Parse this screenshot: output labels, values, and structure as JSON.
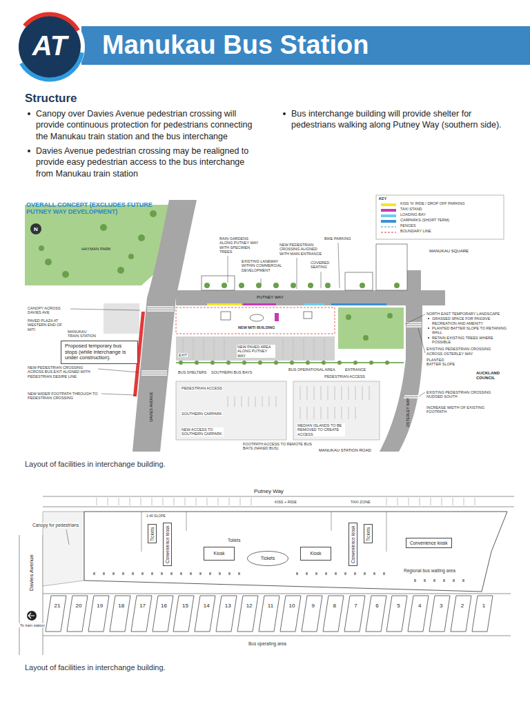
{
  "diagram": {
    "title": "Manukau Bus Station",
    "caption": "Layout of facilities in interchange building.",
    "nodes": [
      {
        "text": [
          "Proposed temporary bus stops (while interchange is under construction)."
        ]
      },
      {
        "text": [
          "Tickets"
        ]
      },
      {
        "text": [
          "Convenience kiosk"
        ]
      },
      {
        "text": [
          "Kiosk"
        ]
      },
      {
        "text": [
          "Tickets"
        ]
      },
      {
        "text": [
          "Kiosk"
        ]
      },
      {
        "text": [
          "Convenience kiosk"
        ]
      },
      {
        "text": [
          "Tickets"
        ]
      },
      {
        "text": [
          "Convenience kiosk"
        ]
      },
      {
        "text": [
          "21"
        ]
      },
      {
        "text": [
          "20"
        ]
      },
      {
        "text": [
          "19"
        ]
      },
      {
        "text": [
          "18"
        ]
      },
      {
        "text": [
          "17"
        ]
      },
      {
        "text": [
          "16"
        ]
      },
      {
        "text": [
          "15"
        ]
      },
      {
        "text": [
          "14"
        ]
      },
      {
        "text": [
          "13"
        ]
      },
      {
        "text": [
          "12"
        ]
      },
      {
        "text": [
          "11"
        ]
      },
      {
        "text": [
          "10"
        ]
      },
      {
        "text": [
          "9"
        ]
      },
      {
        "text": [
          "8"
        ]
      },
      {
        "text": [
          "7"
        ]
      },
      {
        "text": [
          "6"
        ]
      },
      {
        "text": [
          "5"
        ]
      },
      {
        "text": [
          "4"
        ]
      },
      {
        "text": [
          "3"
        ]
      },
      {
        "text": [
          "2"
        ]
      },
      {
        "text": [
          "1"
        ]
      }
    ],
    "labels": [
      "AT",
      "Structure",
      "Canopy over Davies Avenue pedestrian crossing will provide continuous protection for pedestrians connecting the Manukau train station and the bus interchange",
      "Davies Avenue pedestrian crossing may be realigned to provide easy pedestrian access to the bus interchange from Manukau train station",
      "Bus interchange building will provide shelter for pedestrians walking along Putney Way (southern side).",
      "OVERALL CONCEPT (EXCLUDES FUTURE PUTNEY WAY DEVELOPMENT)",
      "N",
      "HAYMAN PARK",
      "RAIN GARDENS ALONG PUTNEY WAY WITH SPECIMEN TREES",
      "NEW PEDESTRIAN CROSSING ALIGNED WITH MAIN ENTRANCE",
      "BIKE PARKING",
      "MANUKAU SQUARE",
      "EXISTING LANEWAY WITHIN COMMERCIAL DEVELOPMENT",
      "COVERED SEATING",
      "PUTNEY WAY",
      "CANOPY ACROSS DAVIES AVE",
      "PAVED PLAZA AT WESTERN END OF MITI",
      "MANUKAU TRAIN STATION",
      "NEW MITI BUILDING",
      "NORTH EAST TEMPORARY LANDSCAPE",
      "GRASSED SPACE FOR PASSIVE RECREATION AND AMENITY",
      "PLANTED BATTER SLOPE TO RETAINING WALL",
      "RETAIN EXISTING TREES WHERE POSSIBLE",
      "EXISTING PEDESTRIAN CROSSING ACROSS OSTERLEY WAY",
      "PLANTED BATTER SLOPE",
      "AUCKLAND COUNCIL",
      "DAVIES AVENUE",
      "EXIT",
      "NEW PAVED AREA ALONG PUTNEY WAY",
      "BUS OPERATIONAL AREA",
      "ENTRANCE",
      "BUS SHELTERS",
      "SOUTHERN BUS BAYS",
      "PEDESTRIAN ACCESS",
      "NEW PEDESTRIAN CROSSING ACROSS BUS EXIT ALIGNED WITH PEDESTRIAN DESIRE LINE",
      "NEW WIDER FOOTPATH THROUGH TO PEDESTRIAN CROSSING",
      "PEDESTRIAN ACCESS",
      "SOUTHERN CARPARK",
      "EXISTING PEDESTRIAN CROSSING NUDGED SOUTH",
      "INCREASE WIDTH OF EXISTING FOOTPATH",
      "OSTERLEY WAY",
      "MEDIAN ISLANDS TO BE REMOVED TO CREATE ACCESS",
      "NEW ACCESS TO SOUTHERN CARPARK",
      "FOOTPATH ACCESS TO REMOTE BUS BAYS (NAKED BUS)",
      "MANUKAU STATION ROAD",
      "KEY",
      "Layout of facilities in interchange building.",
      "Putney Way",
      "KISS + RIDE",
      "TAXI ZONE",
      "Canopy for pedestrians",
      "1:40 SLOPE",
      "Toilets",
      "Regional bus waiting area",
      "Davies Avenue",
      "To train station",
      "Bus operating area"
    ],
    "legend": [
      {
        "text": "KISS 'N' RIDE / DROP OFF PARKING",
        "color": "#f5e62b"
      },
      {
        "text": "TAXI STAND",
        "color": "#c73ab5"
      },
      {
        "text": "LOADING BAY",
        "color": "#6fcdea"
      },
      {
        "text": "CARPARKS (SHORT TERM)",
        "color": "#3b8ed6"
      },
      {
        "text": "FENCES"
      },
      {
        "text": "BOUNDARY LINE"
      }
    ]
  }
}
